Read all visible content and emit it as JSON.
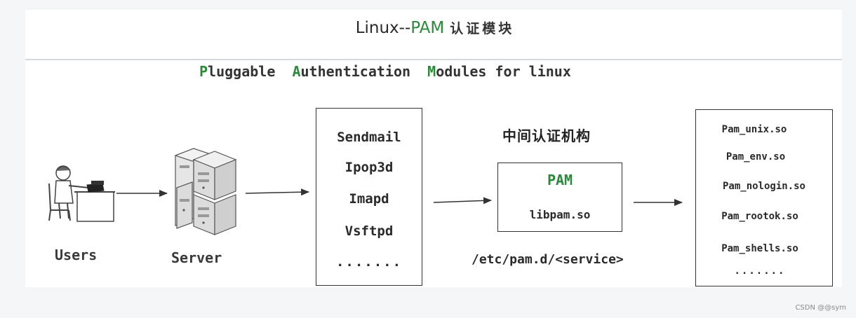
{
  "title": {
    "prefix": "Linux--",
    "highlight": "PAM",
    "suffix": "认证模块"
  },
  "subtitle": {
    "parts": [
      {
        "initial": "P",
        "rest": "luggable"
      },
      {
        "initial": "A",
        "rest": "uthentication"
      },
      {
        "initial": "M",
        "rest": "odules for linux"
      }
    ]
  },
  "nodes": {
    "users_label": "Users",
    "server_label": "Server"
  },
  "services": {
    "items": [
      "Sendmail",
      "Ipop3d",
      "Imapd",
      "Vsftpd"
    ],
    "more": "......."
  },
  "pam": {
    "heading": "中间认证机构",
    "name": "PAM",
    "library": "libpam.so",
    "config_path": "/etc/pam.d/<service>"
  },
  "modules": {
    "items": [
      "Pam_unix.so",
      "Pam_env.so",
      "Pam_nologin.so",
      "Pam_rootok.so",
      "Pam_shells.so"
    ],
    "more": "......."
  },
  "colors": {
    "accent": "#2a8a3a",
    "text": "#2a2a2a",
    "line": "#333333"
  },
  "watermark": "CSDN @@sym"
}
